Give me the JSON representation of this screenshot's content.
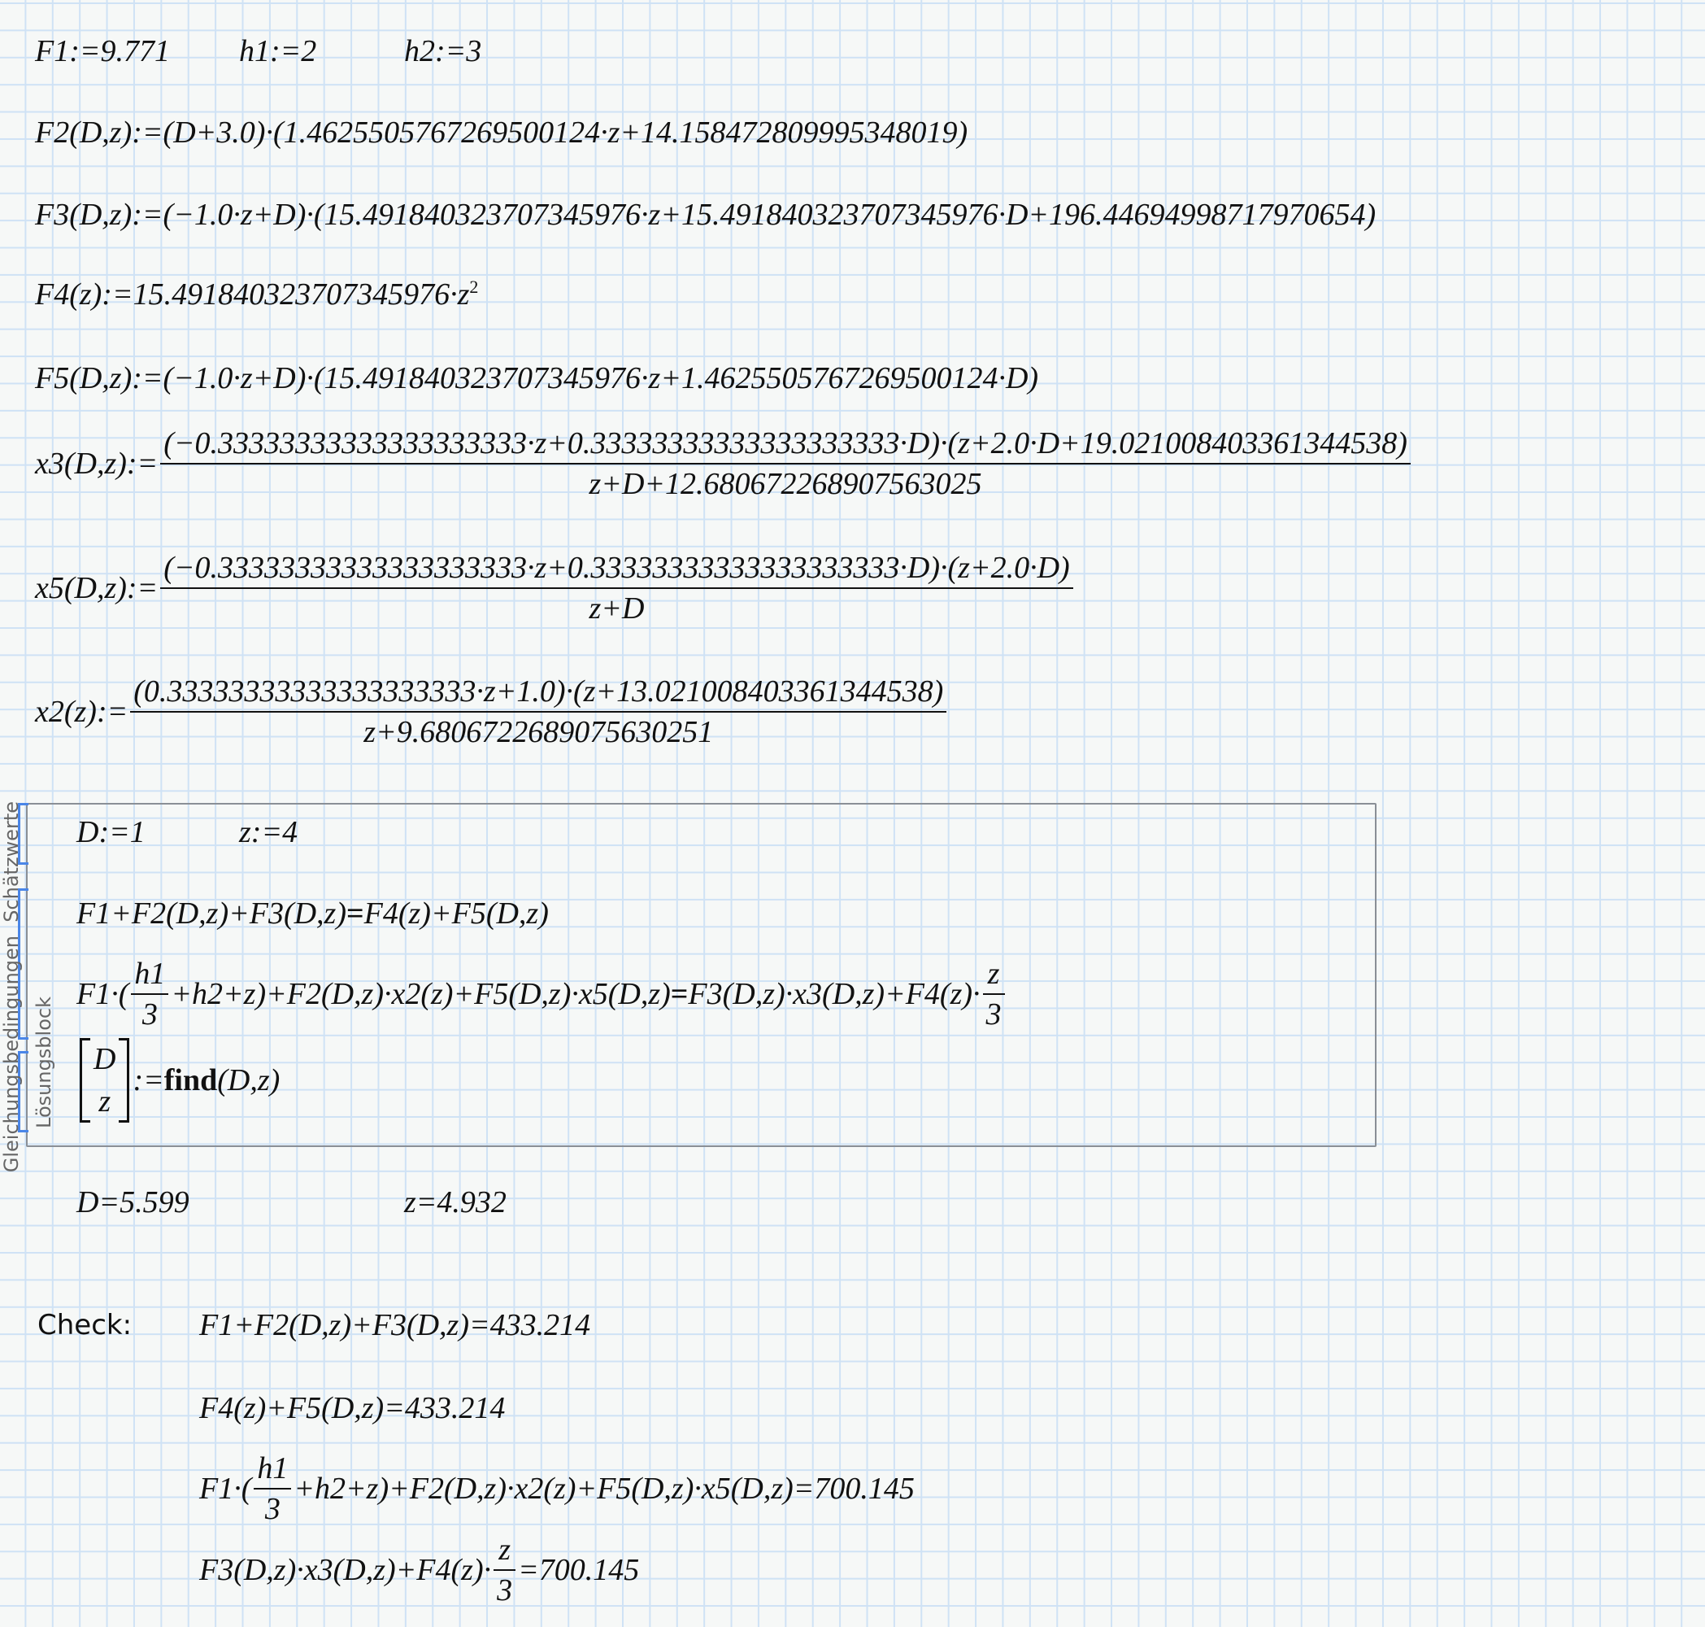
{
  "definitions": [
    {
      "id": "f1-def",
      "segments": [
        "F1:=9.771"
      ]
    },
    {
      "id": "h1-def",
      "segments": [
        "h1:=2"
      ]
    },
    {
      "id": "h2-def",
      "segments": [
        "h2:=3"
      ]
    },
    {
      "id": "f2-def",
      "segments": [
        "F2(D,z):=(D+3.0)·(1.4625505767269500124·z+14.158472809995348019)"
      ]
    },
    {
      "id": "f3-def",
      "segments": [
        "F3(D,z):=(−1.0·z+D)·(15.491840323707345976·z+15.491840323707345976·D+196.44694998717970654)"
      ]
    },
    {
      "id": "f4-def",
      "segments": [
        "F4(z):=15.491840323707345976·",
        {
          "sup": [
            "z",
            "2"
          ]
        }
      ]
    },
    {
      "id": "f5-def",
      "segments": [
        "F5(D,z):=(−1.0·z+D)·(15.491840323707345976·z+1.4625505767269500124·D)"
      ]
    },
    {
      "id": "x3-def",
      "segments": [
        "x3(D,z):=",
        {
          "frac": [
            "(−0.33333333333333333333·z+0.33333333333333333333·D)·(z+2.0·D+19.021008403361344538)",
            "z+D+12.680672268907563025"
          ]
        }
      ]
    },
    {
      "id": "x5-def",
      "segments": [
        "x5(D,z):=",
        {
          "frac": [
            "(−0.33333333333333333333·z+0.33333333333333333333·D)·(z+2.0·D)",
            "z+D"
          ]
        }
      ]
    },
    {
      "id": "x2-def",
      "segments": [
        "x2(z):=",
        {
          "frac": [
            "(0.33333333333333333333·z+1.0)·(z+13.021008403361344538)",
            "z+9.6806722689075630251"
          ]
        }
      ]
    }
  ],
  "solve_block": {
    "labels": [
      "Schätzwerte",
      "Gleichungsbedingungen",
      "Lösungsblock"
    ],
    "guesses": [
      {
        "id": "guess-d",
        "segments": [
          "D:=1"
        ]
      },
      {
        "id": "guess-z",
        "segments": [
          "z:=4"
        ]
      }
    ],
    "constraints": [
      {
        "id": "constraint-1",
        "segments": [
          "F1+F2(D,z)+F3(D,z)",
          {
            "bold": "="
          },
          "F4(z)+F5(D,z)"
        ]
      },
      {
        "id": "constraint-2",
        "segments": [
          "F1·(",
          {
            "frac": [
              "h1",
              "3"
            ]
          },
          "+h2+z)+F2(D,z)·x2(z)+F5(D,z)·x5(D,z)",
          {
            "bold": "="
          },
          "F3(D,z)·x3(D,z)+F4(z)·",
          {
            "frac": [
              "z",
              "3"
            ]
          }
        ]
      }
    ],
    "solver": {
      "id": "find-call",
      "segments": [
        {
          "matrix": [
            "D",
            "z"
          ]
        },
        ":=",
        {
          "bold": "find"
        },
        "(D,z)"
      ]
    }
  },
  "results": [
    {
      "id": "result-d",
      "segments": [
        "D=5.599"
      ]
    },
    {
      "id": "result-z",
      "segments": [
        "z=4.932"
      ]
    }
  ],
  "check": {
    "label": "Check:",
    "lines": [
      {
        "id": "check-1",
        "segments": [
          "F1+F2(D,z)+F3(D,z)=433.214"
        ]
      },
      {
        "id": "check-2",
        "segments": [
          "F4(z)+F5(D,z)=433.214"
        ]
      },
      {
        "id": "check-3",
        "segments": [
          "F1·(",
          {
            "frac": [
              "h1",
              "3"
            ]
          },
          "+h2+z)+F2(D,z)·x2(z)+F5(D,z)·x5(D,z)=700.145"
        ]
      },
      {
        "id": "check-4",
        "segments": [
          "F3(D,z)·x3(D,z)+F4(z)·",
          {
            "frac": [
              "z",
              "3"
            ]
          },
          "=700.145"
        ]
      }
    ]
  },
  "colors": {
    "grid": "#cfe2f5",
    "bracket": "#4a86e8",
    "background": "#f6f8f7"
  }
}
